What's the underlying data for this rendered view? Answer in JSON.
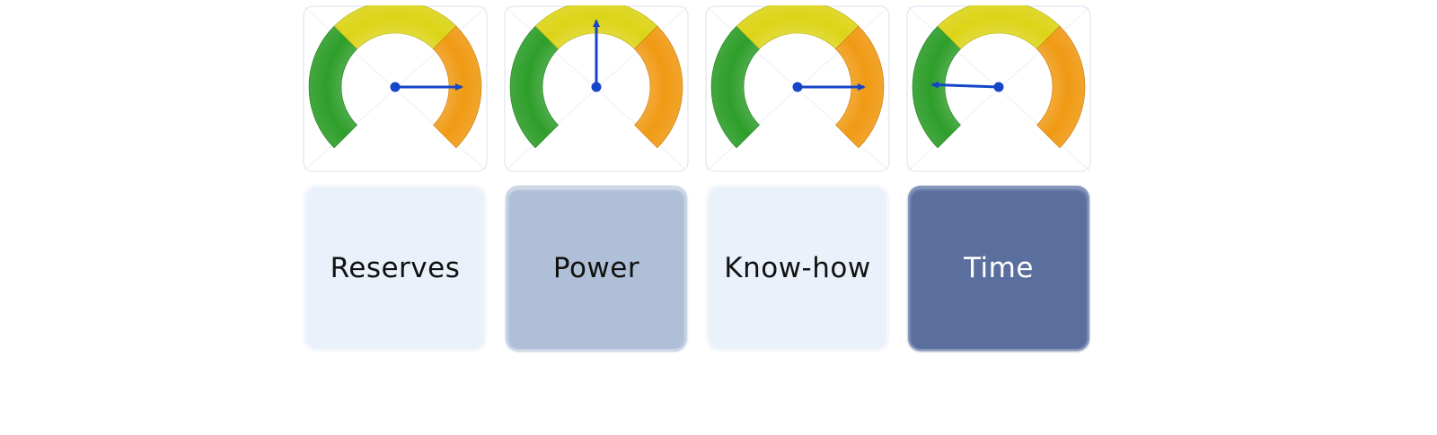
{
  "colors": {
    "green": "#2e9e2a",
    "yellow": "#dcd417",
    "orange": "#f09a14",
    "needle": "#1446c8",
    "light_box": "#eaf1fb",
    "mid_box": "#afbfd7",
    "dark_box": "#5a6f9e"
  },
  "items": [
    {
      "label": "Reserves",
      "needle_angle_deg": 0,
      "box_style": "light"
    },
    {
      "label": "Power",
      "needle_angle_deg": 90,
      "box_style": "mid"
    },
    {
      "label": "Know-how",
      "needle_angle_deg": 0,
      "box_style": "light"
    },
    {
      "label": "Time",
      "needle_angle_deg": 178,
      "box_style": "dark"
    }
  ]
}
